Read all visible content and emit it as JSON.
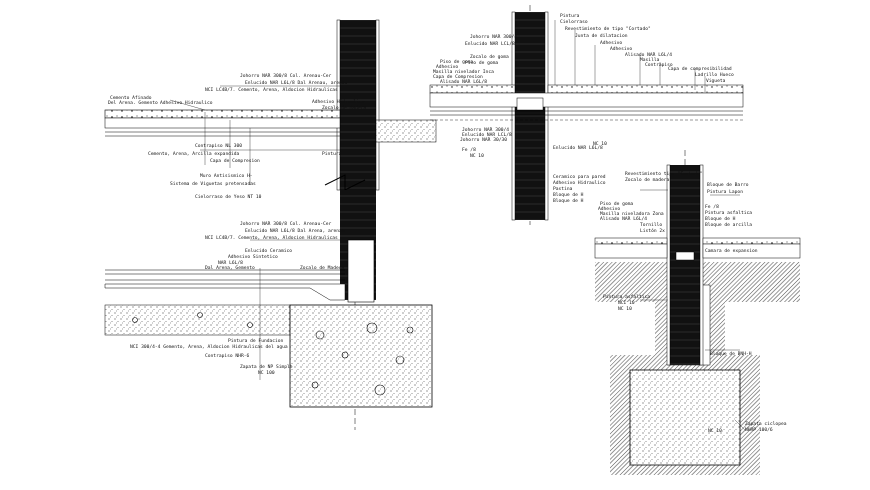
{
  "drawing": {
    "colors": {
      "ink": "#000000",
      "paper": "#ffffff",
      "wall": "#1a1a1a",
      "hatch": "#555555"
    },
    "left_detail": {
      "upper_labels": [
        "Cemento Afinado",
        "Johorro NAR 300/8  Col. Arenau-Cer",
        "Del Arena. Gemento",
        "Adhesivo Hidraulico",
        "Enlucido NAR L6L/8  Dal Arenau, arenau",
        "NCI LC4B/7.   Cemento, Arena, Aldocion Hidraulicas",
        "Adhesivo Hidraulico",
        "Zocalo de Madera",
        "Contrapiso  NL 300",
        "Cemento, Arena, Arcilla expandida",
        "Capa de Compresion",
        "Muro Antisismico H-",
        "Sistema de Viguetas pretensadas",
        "Cielorraso de Yeso   NT 10",
        "Pintura"
      ],
      "lower_labels": [
        "Johorro NAR 300/8  Col. Arenau-Cer",
        "Enlucido NAR L6L/8  Dal Arena, arenau",
        "NCI LC4B/7.   Cemento, Arena, Aldocion Hidraulicas",
        "Enlucido Ceramico",
        "Adhesivo Sintetico",
        "NAR L6L/8",
        "Dal Arena, Gemento",
        "Zocalo de Madera"
      ],
      "foundation_labels": [
        "Pintura de Fundacion",
        "NCI 300/4-4   Gemento, Arena, Aldocion Hidraulicas del agua",
        "Contrapiso NHR-6",
        "Zapata de NP Simple",
        "NC 100"
      ]
    },
    "top_right_detail": {
      "labels": [
        "Pintura",
        "Cielorraso",
        "Revestimiento de tipo \"Cortado\"",
        "Junta de dilatacion",
        "Johorro NAR 300/4",
        "Enlucido NAR LCL/8",
        "Zocalo de goma",
        "Piso de goma",
        "Adhesivo",
        "Adhesivo",
        "Alisado NAR L6L/4",
        "Masilla",
        "Contrapiso",
        "Capa de compresibilidad",
        "Ladrillo Hueco",
        "Vigueta",
        "Piso de goma",
        "Adhesivo",
        "Masilla nivelador Inca",
        "Capa de Compresion",
        "Alisado NAR L6L/8",
        "Johorro NAR 300/4",
        "Enlucido NAR LCL/8",
        "Johorro NAR 30/30",
        "Enlucido NAR L6L/8",
        "NC 10",
        "Fe /8",
        "NC 10",
        "Ceramico para pared",
        "Adhesivo Hidraulico",
        "Pastina",
        "Bloque de H",
        "Bloque de H"
      ]
    },
    "bottom_right_detail": {
      "labels": [
        "Revestimiento tipo \"Cortado\"",
        "Zocalo de madera",
        "Bloque de Barro",
        "Pintura Lapon",
        "Piso de goma",
        "Adhesivo",
        "Masilla niveladora Zona",
        "Alisado NAR L6L/4",
        "Tornillo",
        "Listón 2x",
        "Fe /8",
        "Pintura asfaltica",
        "Bloque de H",
        "Bloque de arcilla",
        "Camara de expansion",
        "Pintura asfaltica",
        "NCI 10",
        "NC 10",
        "Bloque de BNH-H",
        "Zapata ciclopea",
        "NHRP 100/6",
        "NC 10"
      ]
    }
  }
}
